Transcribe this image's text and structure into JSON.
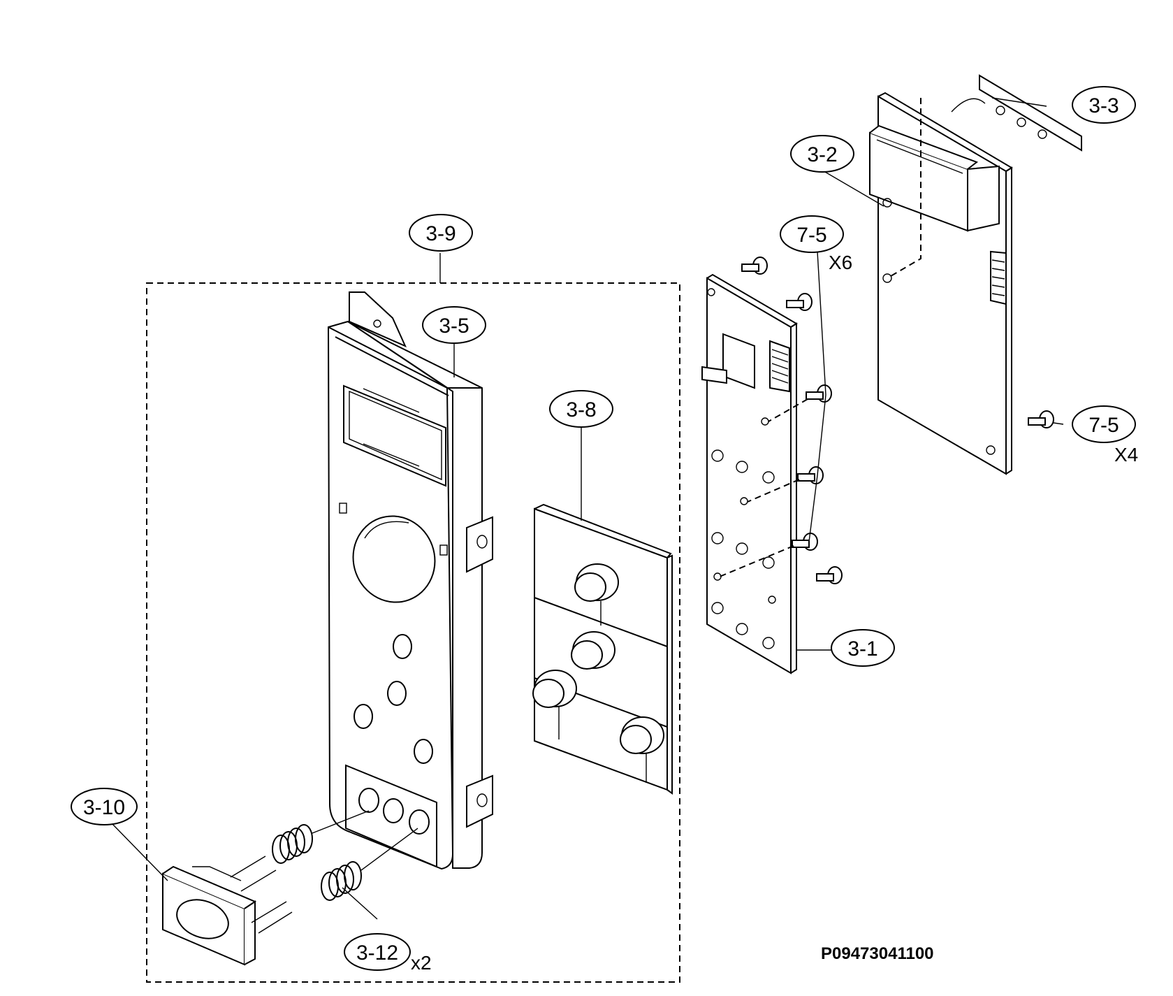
{
  "callouts": {
    "c3_1": "3-1",
    "c3_2": "3-2",
    "c3_3": "3-3",
    "c3_5": "3-5",
    "c3_8": "3-8",
    "c3_9": "3-9",
    "c3_10": "3-10",
    "c3_12": "3-12",
    "c7_5a": "7-5",
    "c7_5b": "7-5"
  },
  "quantities": {
    "q7_5a": "X6",
    "q7_5b": "X4",
    "q3_12": "x2"
  },
  "document_code": "P09473041100"
}
